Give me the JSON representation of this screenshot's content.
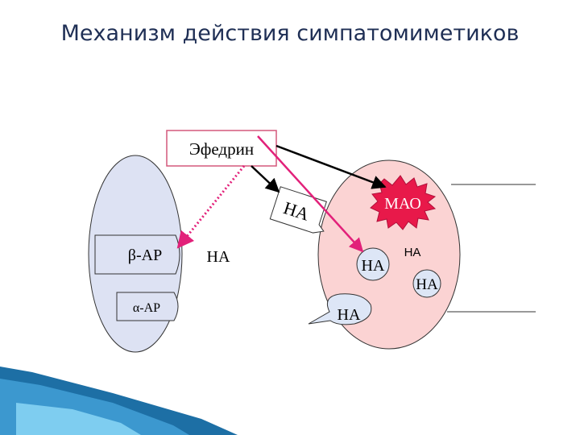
{
  "title": "Механизм действия симпатомиметиков",
  "labels": {
    "ephedrine": "Эфедрин",
    "beta_receptor": "β-АР",
    "alpha_receptor": "α-АР",
    "na_synapse": "НА",
    "na_rotated": "НА",
    "mao": "МАО",
    "na_vesicle_inner": "НА",
    "na_top_right": "НА",
    "na_vesicle_right": "НА",
    "na_callout_bottom": "НА"
  },
  "colors": {
    "title": "#1f2f55",
    "postsynaptic_cell": "#dde2f3",
    "presynaptic_cell": "#fbd3d3",
    "mao_burst": "#e8194a",
    "arrow_magenta": "#e2217a",
    "dotted_arrow": "#e2217a",
    "ephedrine_box_border": "#d4587c",
    "vesicle_fill": "#dde6f6",
    "corner_band_dark": "#1d6fa5",
    "corner_band_light": "#7ecdf0"
  }
}
